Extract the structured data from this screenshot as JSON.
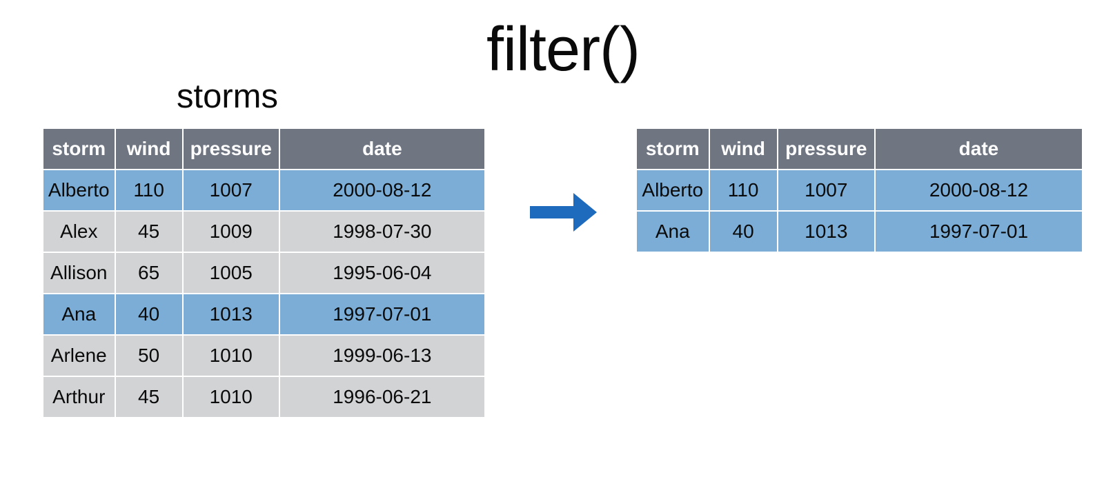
{
  "title": "filter()",
  "source_table": {
    "label": "storms",
    "columns": [
      "storm",
      "wind",
      "pressure",
      "date"
    ],
    "rows": [
      {
        "cells": [
          "Alberto",
          "110",
          "1007",
          "2000-08-12"
        ],
        "highlighted": true
      },
      {
        "cells": [
          "Alex",
          "45",
          "1009",
          "1998-07-30"
        ],
        "highlighted": false
      },
      {
        "cells": [
          "Allison",
          "65",
          "1005",
          "1995-06-04"
        ],
        "highlighted": false
      },
      {
        "cells": [
          "Ana",
          "40",
          "1013",
          "1997-07-01"
        ],
        "highlighted": true
      },
      {
        "cells": [
          "Arlene",
          "50",
          "1010",
          "1999-06-13"
        ],
        "highlighted": false
      },
      {
        "cells": [
          "Arthur",
          "45",
          "1010",
          "1996-06-21"
        ],
        "highlighted": false
      }
    ]
  },
  "result_table": {
    "columns": [
      "storm",
      "wind",
      "pressure",
      "date"
    ],
    "rows": [
      {
        "cells": [
          "Alberto",
          "110",
          "1007",
          "2000-08-12"
        ],
        "highlighted": true
      },
      {
        "cells": [
          "Ana",
          "40",
          "1013",
          "1997-07-01"
        ],
        "highlighted": true
      }
    ]
  },
  "arrow": {
    "direction": "right",
    "color": "#1E6BBD"
  },
  "colors": {
    "header_bg": "#6F7682",
    "header_text": "#FFFFFF",
    "highlight_row_bg": "#7BADD7",
    "normal_row_bg": "#D2D3D5",
    "body_text": "#0A0A0A"
  }
}
